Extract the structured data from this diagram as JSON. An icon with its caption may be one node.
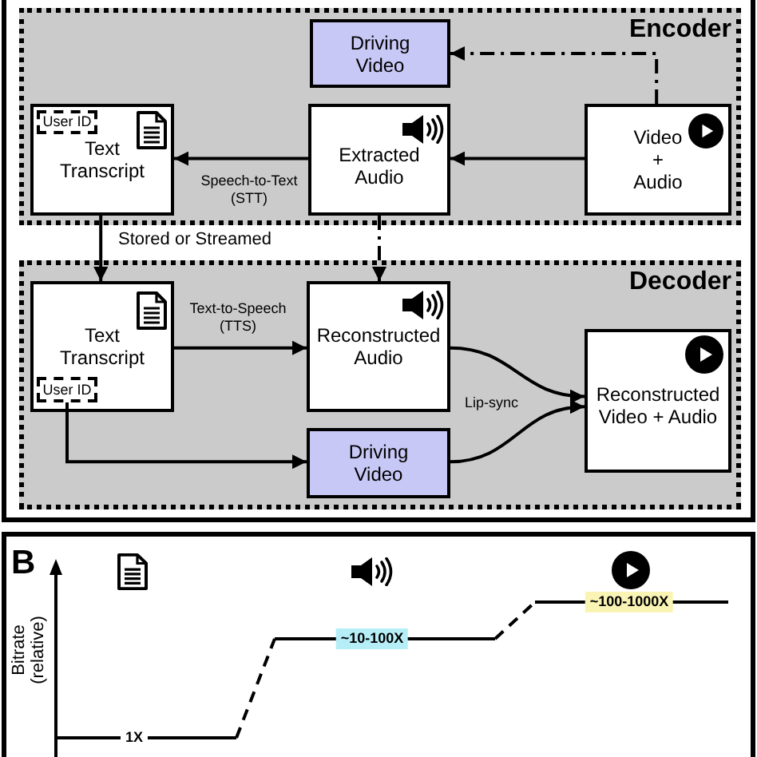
{
  "diagram": {
    "nodes": [
      {
        "text": [
          "Encoder"
        ]
      },
      {
        "text": [
          "Driving Video"
        ],
        "in": 0
      },
      {
        "text": [
          "Text Transcript"
        ],
        "in": 0
      },
      {
        "text": [
          "User ID"
        ],
        "in": 2
      },
      {
        "text": [
          "Extracted Audio"
        ],
        "in": 0
      },
      {
        "text": [
          "Video + Audio"
        ],
        "in": 0
      },
      {
        "text": [
          "Decoder"
        ]
      },
      {
        "text": [
          "Text Transcript"
        ],
        "in": 6
      },
      {
        "text": [
          "User ID"
        ],
        "in": 7
      },
      {
        "text": [
          "Reconstructed Audio"
        ],
        "in": 6
      },
      {
        "text": [
          "Driving Video"
        ],
        "in": 6
      },
      {
        "text": [
          "Reconstructed Video + Audio"
        ],
        "in": 6
      }
    ],
    "edges": [
      {
        "from": 5,
        "to": 4,
        "arrow": "to"
      },
      {
        "from": 4,
        "to": 2,
        "arrow": "to",
        "label": "Speech-to-Text (STT)"
      },
      {
        "from": 5,
        "to": 1,
        "arrow": "to",
        "style": "dashed"
      },
      {
        "from": 4,
        "to": 9,
        "arrow": "to",
        "style": "dashed"
      },
      {
        "from": 2,
        "to": 7,
        "arrow": "to",
        "label": "Stored or Streamed"
      },
      {
        "from": 7,
        "to": 9,
        "arrow": "to",
        "label": "Text-to-Speech (TTS)"
      },
      {
        "from": 8,
        "to": 10,
        "arrow": "to"
      },
      {
        "from": 9,
        "to": 11,
        "arrow": "to",
        "label": "Lip-sync"
      },
      {
        "from": 10,
        "to": 11,
        "arrow": "to"
      }
    ],
    "labels": [
      "B",
      "Bitrate (relative)",
      "1X",
      "~10-100X",
      "~100-1000X"
    ]
  }
}
